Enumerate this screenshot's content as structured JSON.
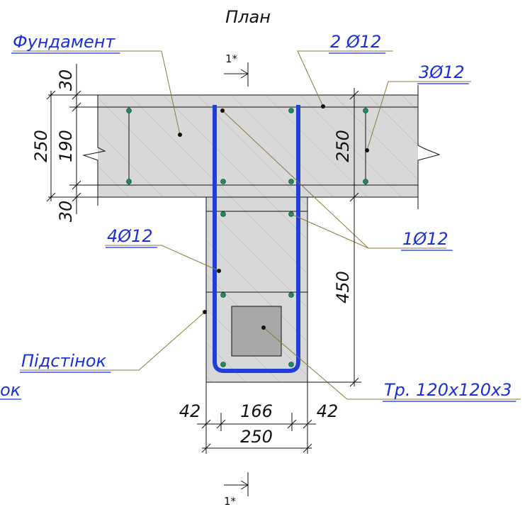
{
  "title": "План",
  "labels": {
    "foundation": "Фундамент",
    "top_bars": "2 Ø12",
    "side_bars": "3Ø12",
    "corner_bars": "4Ø12",
    "single_bar": "1Ø12",
    "plinth": "Підстінок",
    "tube": "Тр. 120х120х3",
    "cut_left": "ок"
  },
  "dimensions": {
    "d30_top": "30",
    "d190": "190",
    "d250_left": "250",
    "d30_bottom": "30",
    "d250_right": "250",
    "d450": "450",
    "d42_left": "42",
    "d166": "166",
    "d42_right": "42",
    "d250_bottom": "250"
  },
  "section_marks": {
    "top": "1*",
    "bottom": "1*"
  },
  "colors": {
    "label_blue": "#1a2fd8",
    "rebar_blue": "#1f3fd6",
    "concrete_gray": "#d8d8d8",
    "tube_gray": "#a8a8a8",
    "rebar_dot": "#1f8a5a"
  }
}
